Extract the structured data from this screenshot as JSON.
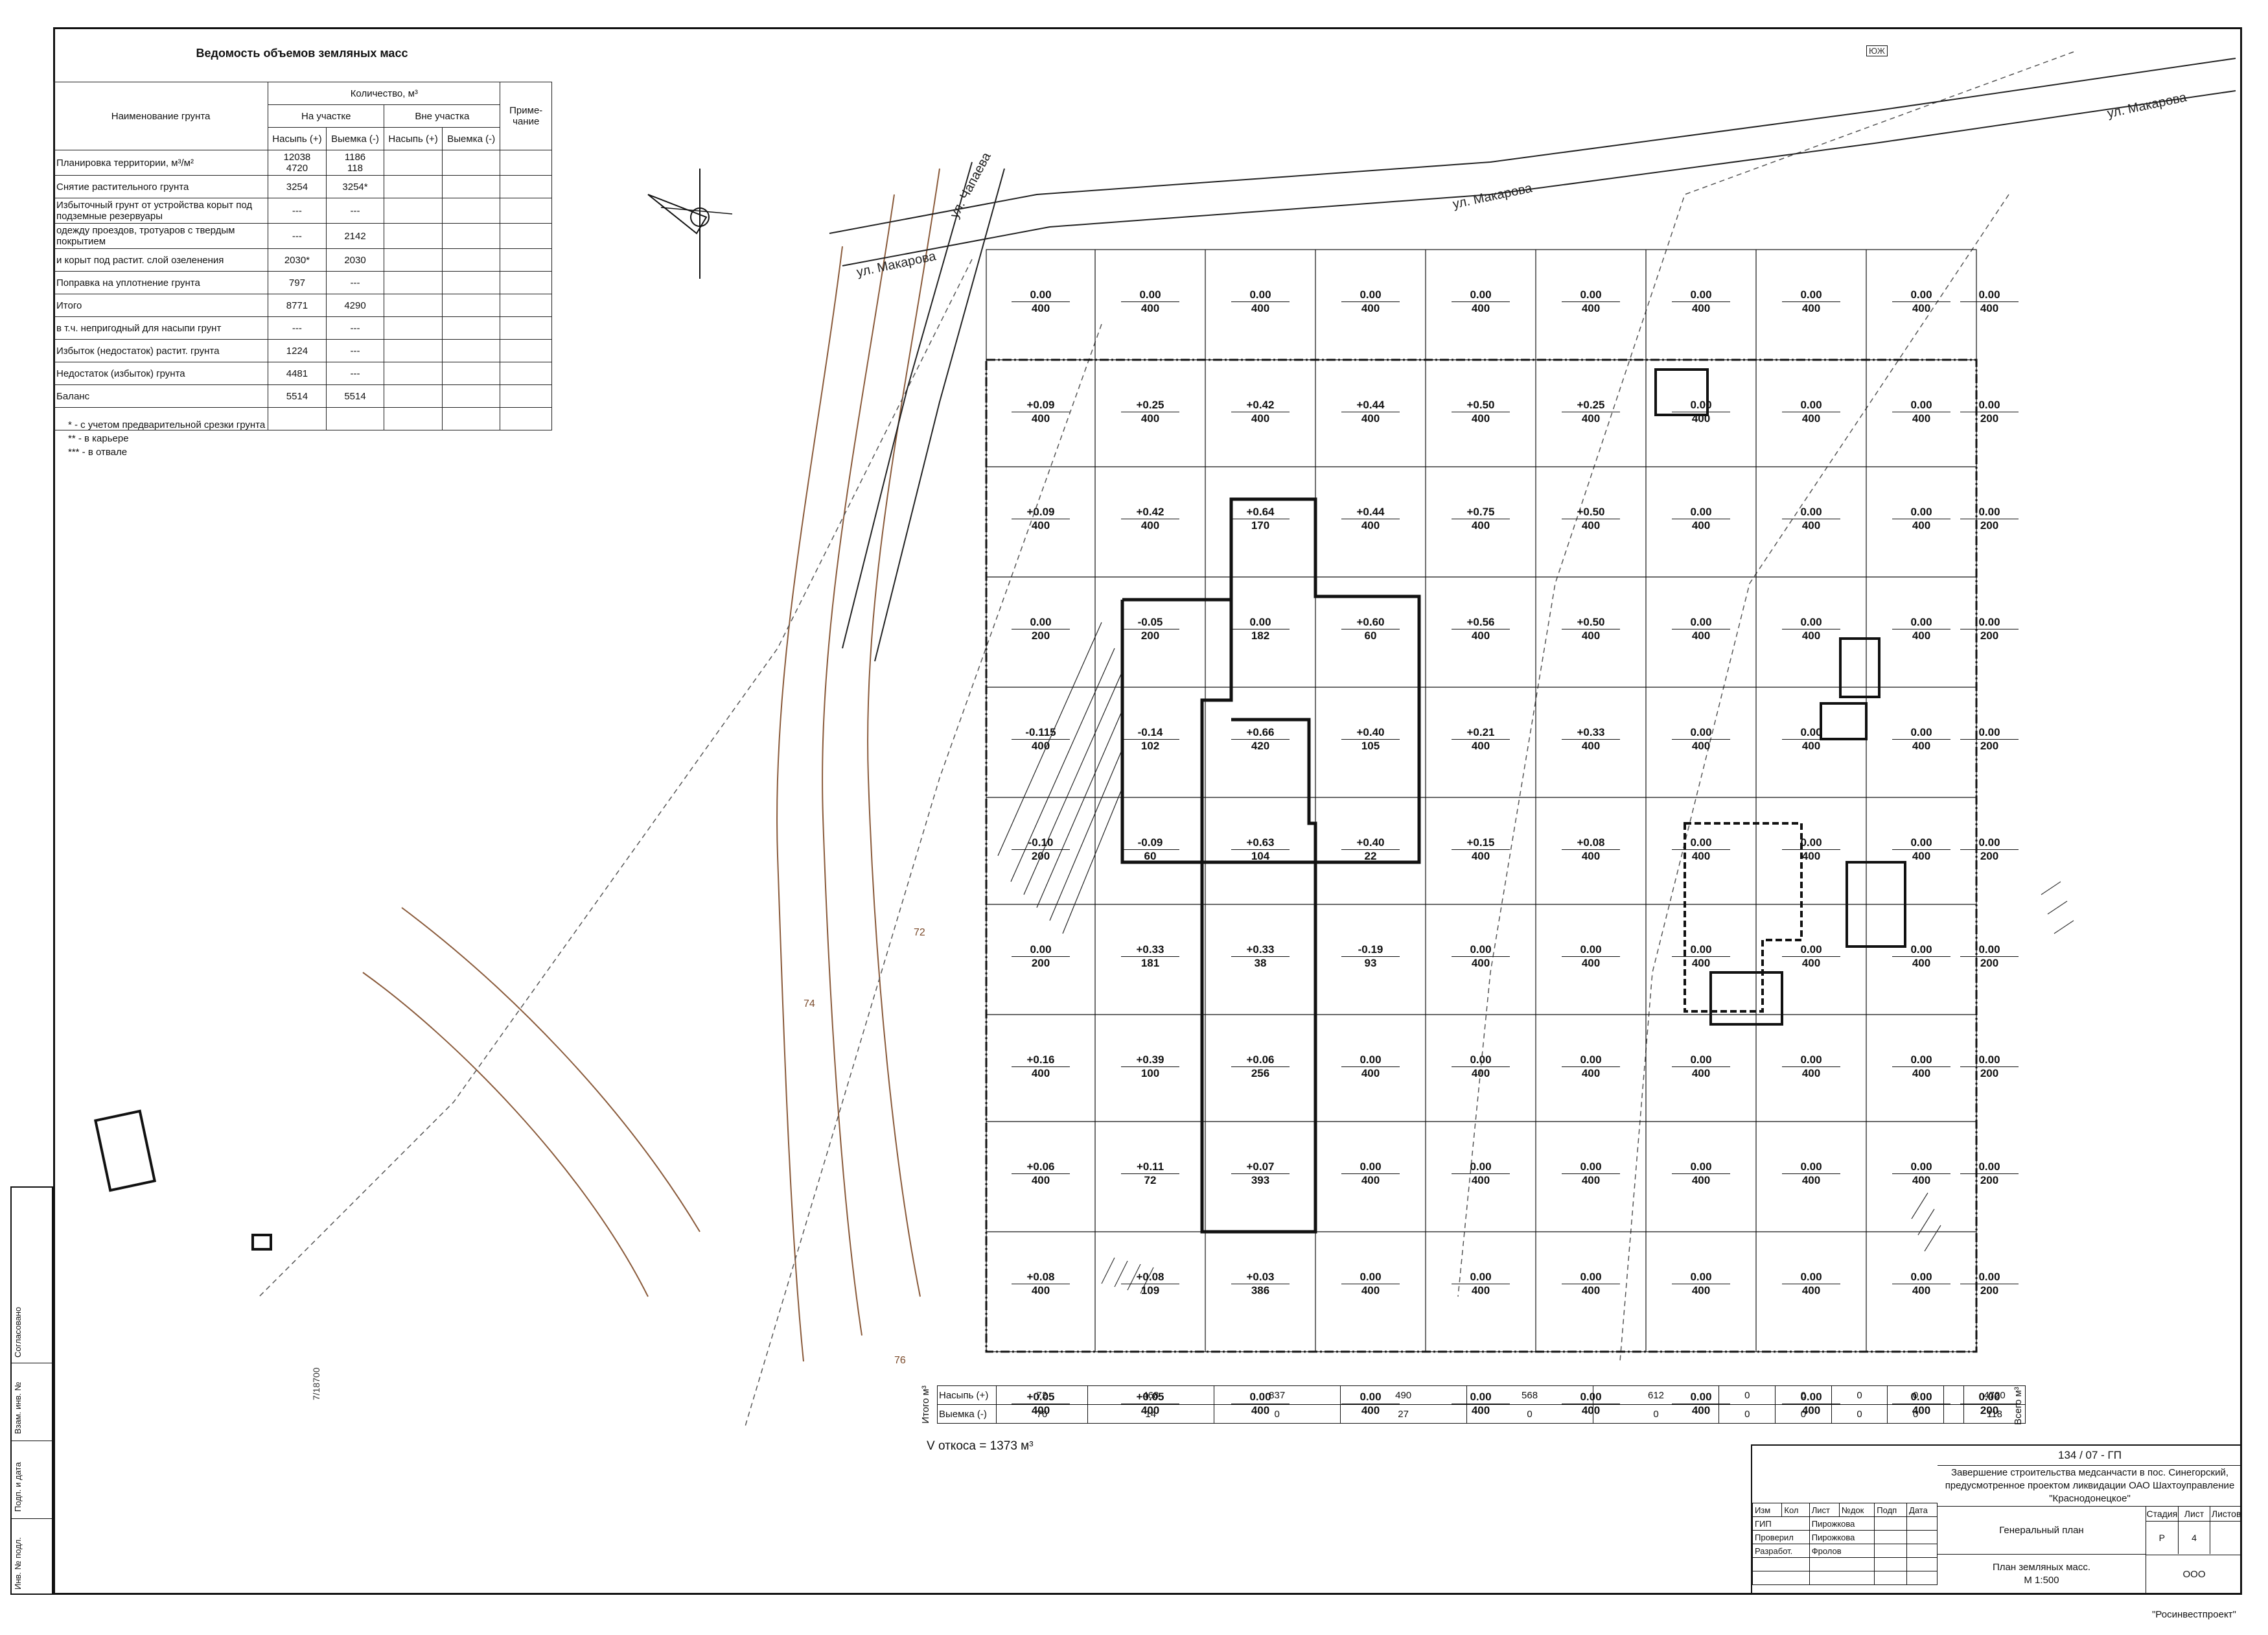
{
  "earthwork": {
    "title": "Ведомость объемов земляных масс",
    "head": {
      "name": "Наименование грунта",
      "qty": "Количество, м³",
      "onsite": "На участке",
      "offsite": "Вне участка",
      "fill": "Насыпь (+)",
      "cut": "Выемка (-)",
      "note": "Приме-чание"
    },
    "rows": [
      {
        "name": "Планировка территории, м³/м²",
        "fill": "12038",
        "fill_sub": "4720",
        "cut": "1186",
        "cut_sub": "118"
      },
      {
        "name": "Снятие растительного грунта",
        "fill": "3254",
        "cut": "3254*"
      },
      {
        "name": "Избыточный грунт от устройства корыт под подземные резервуары",
        "fill": "---",
        "cut": "---"
      },
      {
        "name": "одежду проездов, тротуаров с твердым покрытием",
        "fill": "---",
        "cut": "2142"
      },
      {
        "name": "и корыт под растит. слой озеленения",
        "fill": "2030*",
        "cut": "2030"
      },
      {
        "name": "Поправка на уплотнение грунта",
        "fill": "797",
        "cut": "---"
      },
      {
        "name": "Итого",
        "fill": "8771",
        "cut": "4290"
      },
      {
        "name": "в т.ч. непригодный для насыпи грунт",
        "fill": "---",
        "cut": "---"
      },
      {
        "name": "Избыток (недостаток) растит. грунта",
        "fill": "1224",
        "cut": "---"
      },
      {
        "name": "Недостаток (избыток) грунта",
        "fill": "4481",
        "cut": "---"
      },
      {
        "name": "Баланс",
        "fill": "5514",
        "cut": "5514"
      }
    ],
    "notes": [
      "* - с учетом предварительной срезки грунта",
      "** - в карьере",
      "*** - в отвале"
    ]
  },
  "streets": [
    "ул. Чапаева",
    "ул. Макарова",
    "ул. Макарова",
    "ул. Макарова"
  ],
  "grid_cells": [
    [
      "0.00|400",
      "0.00|400",
      "0.00|400",
      "0.00|400",
      "0.00|400",
      "0.00|400",
      "0.00|400",
      "0.00|400",
      "0.00|400",
      "0.00|400"
    ],
    [
      "+0.09|400",
      "+0.25|400",
      "+0.42|400",
      "+0.44|400",
      "+0.50|400",
      "+0.25|400",
      "0.00|400",
      "0.00|400",
      "0.00|400",
      "0.00|200"
    ],
    [
      "+0.09|400",
      "+0.42|400",
      "+0.64|170",
      "+0.44|400",
      "+0.75|400",
      "+0.50|400",
      "0.00|400",
      "0.00|400",
      "0.00|400",
      "0.00|200"
    ],
    [
      "0.00|200",
      "-0.05|200",
      "0.00|182",
      "+0.60|60",
      "+0.56|400",
      "+0.50|400",
      "0.00|400",
      "0.00|400",
      "0.00|400",
      "0.00|200"
    ],
    [
      "-0.115|400",
      "-0.14|102",
      "+0.66|420",
      "+0.40|105",
      "+0.21|400",
      "+0.33|400",
      "0.00|400",
      "0.00|400",
      "0.00|400",
      "0.00|200"
    ],
    [
      "-0.10|200",
      "-0.09|60",
      "+0.63|104",
      "+0.40|22",
      "+0.15|400",
      "+0.08|400",
      "0.00|400",
      "0.00|400",
      "0.00|400",
      "0.00|200"
    ],
    [
      "0.00|200",
      "+0.33|181",
      "+0.33|38",
      "-0.19|93",
      "0.00|400",
      "0.00|400",
      "0.00|400",
      "0.00|400",
      "0.00|400",
      "0.00|200"
    ],
    [
      "+0.16|400",
      "+0.39|100",
      "+0.06|256",
      "0.00|400",
      "0.00|400",
      "0.00|400",
      "0.00|400",
      "0.00|400",
      "0.00|400",
      "0.00|200"
    ],
    [
      "+0.06|400",
      "+0.11|72",
      "+0.07|393",
      "0.00|400",
      "0.00|400",
      "0.00|400",
      "0.00|400",
      "0.00|400",
      "0.00|400",
      "0.00|200"
    ],
    [
      "+0.08|400",
      "+0.08|109",
      "+0.03|386",
      "0.00|400",
      "0.00|400",
      "0.00|400",
      "0.00|400",
      "0.00|400",
      "0.00|400",
      "0.00|200"
    ],
    [
      "+0.05|400",
      "+0.05|400",
      "0.00|400",
      "0.00|400",
      "0.00|400",
      "0.00|400",
      "0.00|400",
      "0.00|400",
      "0.00|400",
      "0.00|200"
    ]
  ],
  "totals": {
    "side_label": "Итого м³",
    "total_label": "Всего м³",
    "fill_label": "Насыпь (+)",
    "cut_label": "Выемка (-)",
    "fill": [
      "72",
      "468",
      "837",
      "490",
      "568",
      "612",
      "0",
      "0",
      "0",
      "0"
    ],
    "cut": [
      "76",
      "14",
      "0",
      "27",
      "0",
      "0",
      "0",
      "0",
      "0",
      "0"
    ],
    "fill_total": "4720",
    "cut_total": "118"
  },
  "slope_volume": "V откоса = 1373 м³",
  "title_block": {
    "code": "134 / 07 - ГП",
    "description": "Завершение строительства медсанчасти в пос. Синегорский, предусмотренное проектом ликвидации ОАО Шахтоуправление \"Краснодонецкое\"",
    "revision_headers": [
      "Изм",
      "Кол",
      "Лист",
      "№док",
      "Подп",
      "Дата"
    ],
    "people": [
      {
        "role": "ГИП",
        "name": "Пирожкова"
      },
      {
        "role": "Проверил",
        "name": "Пирожкова"
      },
      {
        "role": "Разработ.",
        "name": "Фролов"
      }
    ],
    "section": "Генеральный план",
    "stage_label": "Стадия",
    "sheet_label": "Лист",
    "sheets_label": "Листов",
    "stage": "Р",
    "sheet": "4",
    "sheet_title": "План земляных масс.",
    "scale": "М 1:500",
    "organization": "ООО \"Росинвестпроект\""
  },
  "side_strip": [
    "Согласовано",
    "Взам. инв. №",
    "Подп. и дата",
    "Инв. № подл."
  ],
  "misc_labels": {
    "north": "ЮЖ",
    "point": "7/18700",
    "contour_76": "76",
    "contour_74": "74",
    "contour_72": "72"
  }
}
